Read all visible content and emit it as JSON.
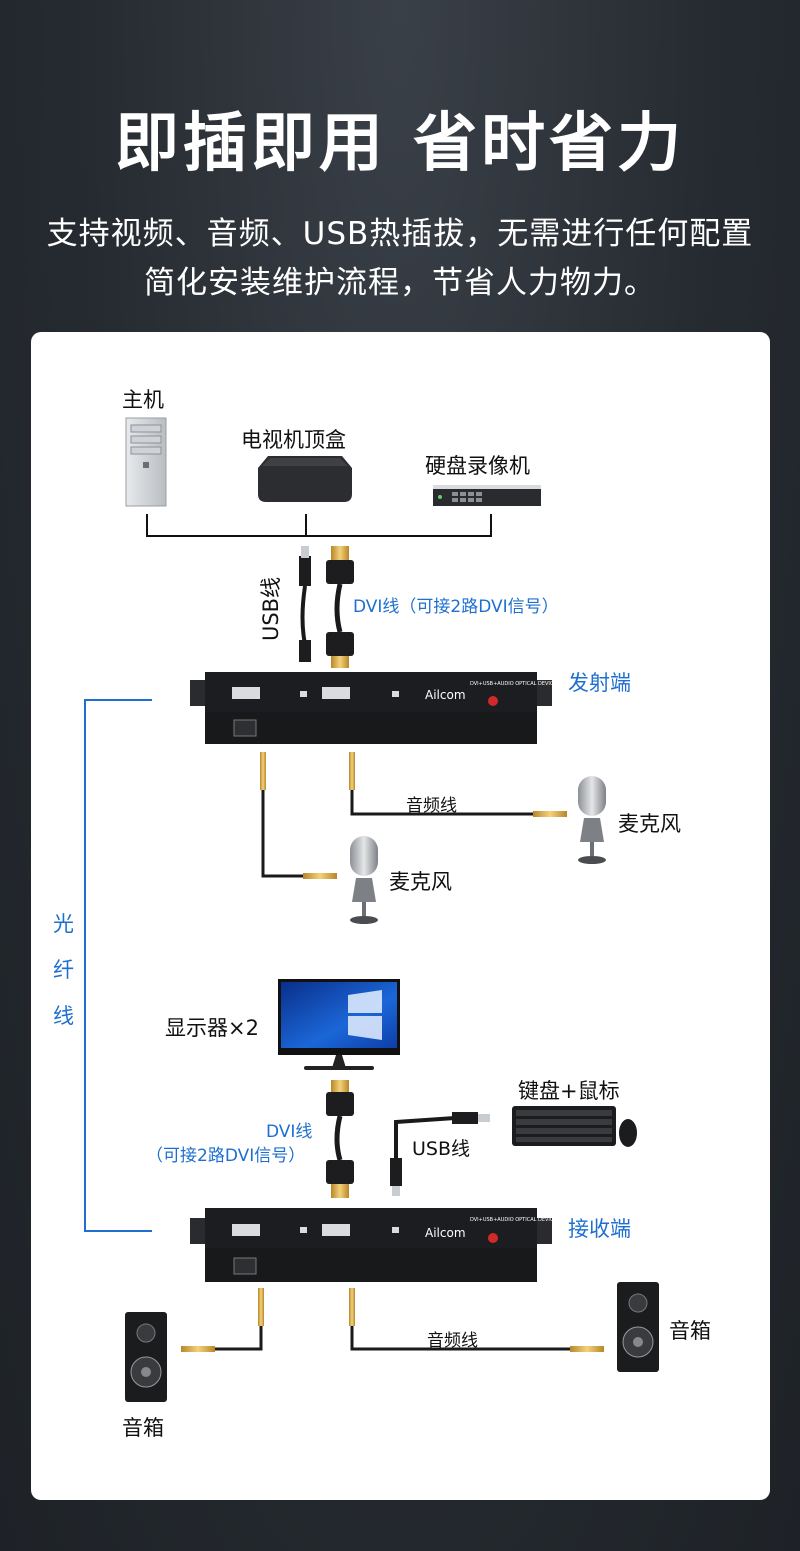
{
  "header": {
    "title": "即插即用 省时省力",
    "line1": "支持视频、音频、USB热插拔，无需进行任何配置",
    "line2": "简化安装维护流程，节省人力物力。"
  },
  "diagram": {
    "host": "主机",
    "tv_box": "电视机顶盒",
    "nvr": "硬盘录像机",
    "usb_cable_top": "USB线",
    "dvi_cable_top": "DVI线（可接2路DVI信号）",
    "transmitter": "发射端",
    "audio_cable_top": "音频线",
    "mic_right": "麦克风",
    "mic_left": "麦克风",
    "fiber_1": "光",
    "fiber_2": "纤",
    "fiber_3": "线",
    "monitor": "显示器×2",
    "keyboard_mouse": "键盘+鼠标",
    "dvi_cable_bottom_1": "DVI线",
    "dvi_cable_bottom_2": "（可接2路DVI信号）",
    "usb_cable_bottom": "USB线",
    "receiver": "接收端",
    "audio_cable_bottom": "音频线",
    "speaker_right": "音箱",
    "speaker_left": "音箱",
    "device_model": "DVI+USB+AUDIO OPTICAL DEVICE",
    "brand": "Ailcom"
  },
  "colors": {
    "accent": "#1e6fd0",
    "device": "#1c1d20",
    "panel": "#ffffff"
  }
}
